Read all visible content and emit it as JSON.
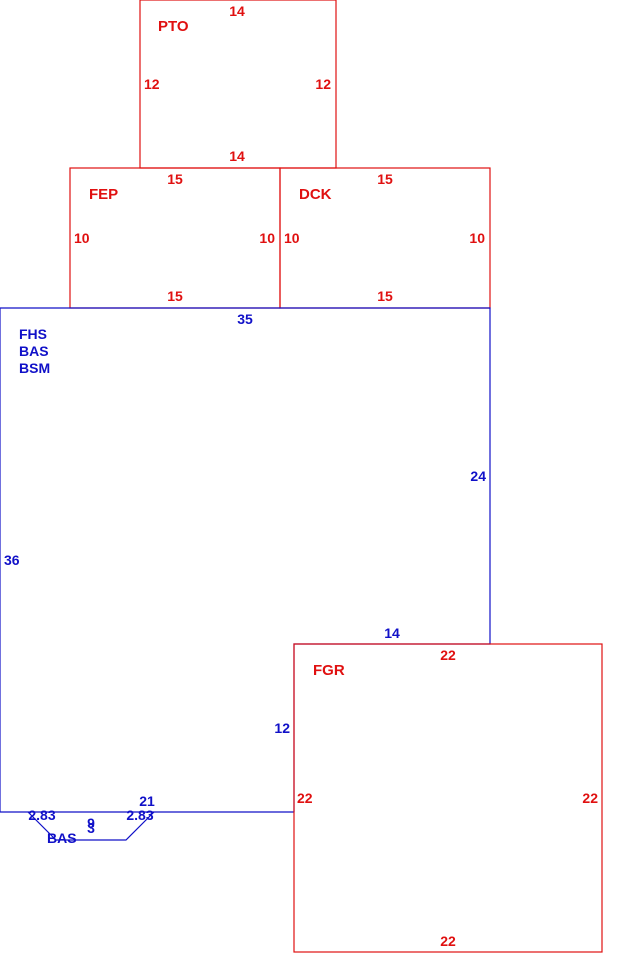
{
  "colors": {
    "red": "#e01010",
    "blue": "#1010c8"
  },
  "areas": {
    "pto": "PTO",
    "fep": "FEP",
    "dck": "DCK",
    "fhs": "FHS",
    "bas": "BAS",
    "bsm": "BSM",
    "fgr": "FGR",
    "bas_bay": "BAS"
  },
  "dims": {
    "pto_top": "14",
    "pto_left": "12",
    "pto_right": "12",
    "pto_bottom": "14",
    "fep_top": "15",
    "fep_left": "10",
    "fep_right": "10",
    "fep_bottom": "15",
    "dck_top": "15",
    "dck_left": "10",
    "dck_right": "10",
    "dck_bottom": "15",
    "main_top": "35",
    "main_left": "36",
    "main_right": "24",
    "main_step_top": "14",
    "main_step_side": "12",
    "main_bottom": "21",
    "bay_left": "2.83",
    "bay_right": "2.83",
    "bay_width": "9",
    "bay_depth": "3",
    "fgr_top": "22",
    "fgr_left": "22",
    "fgr_right": "22",
    "fgr_bottom": "22"
  }
}
